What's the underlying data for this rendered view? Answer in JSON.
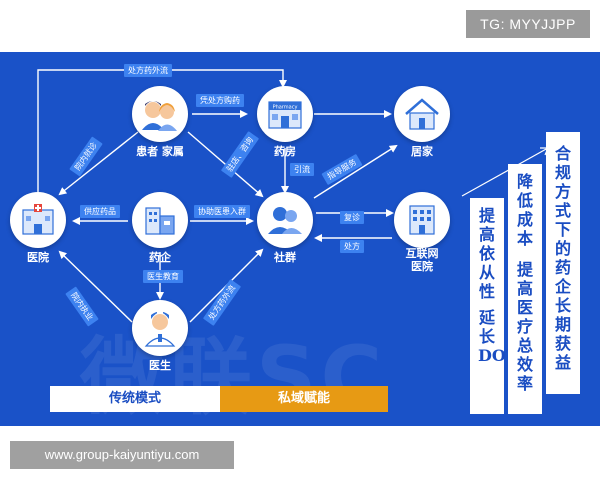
{
  "watermark_text": "TG: MYYJJPP",
  "site_url": "www.group-kaiyuntiyu.com",
  "diagram": {
    "nodes": {
      "patient": "患者 家属",
      "pharmacy": "药房",
      "home": "居家",
      "hospital": "医院",
      "pharma": "药企",
      "community": "社群",
      "internet_hospital": "互联网\n医院",
      "doctor": "医生",
      "pharmacy_sign": "Pharmacy"
    },
    "flows": {
      "top_loop": "处方药外流",
      "prescription_buy": "凭处方购药",
      "in_hospital_visit": "院内就诊",
      "supply_drugs": "供应药品",
      "assist_patients": "协助医患入群",
      "sign_in": "驻店、咨询",
      "guide": "引流",
      "guidance_service": "指导服务",
      "revisit": "复诊",
      "prescribe": "处方",
      "doctor_education": "医生教育",
      "in_hospital_practice": "院内执业",
      "outflow": "处方药外流"
    },
    "bg_watermark": "微联SC"
  },
  "value_cards": {
    "card1": {
      "col1": "提高依从性",
      "col2": "延长DOT"
    },
    "card2": {
      "col1": "降低成本",
      "col2": "提高医疗总效率"
    },
    "card3": {
      "col1": "合规方式下的药企长期获益"
    }
  },
  "bottom_bar": {
    "traditional": "传统模式",
    "private_domain": "私域赋能"
  },
  "colors": {
    "panel_bg": "#1a52c8",
    "tag_bg": "#3d82f0",
    "accent_orange": "#e79a14",
    "text_blue": "#1a4dc2"
  }
}
